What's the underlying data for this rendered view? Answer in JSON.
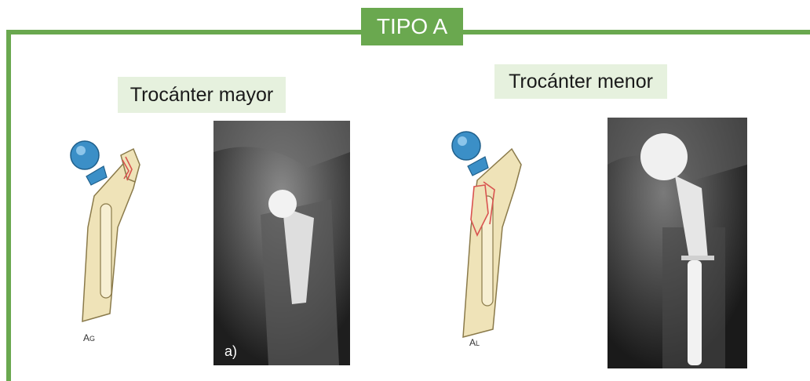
{
  "title_badge": "TIPO A",
  "left_panel": {
    "label": "Trocánter mayor",
    "illustration_sub_main": "A",
    "illustration_sub_index": "G",
    "xray_tag": "a)"
  },
  "right_panel": {
    "label": "Trocánter menor",
    "illustration_sub_main": "A",
    "illustration_sub_index": "L"
  },
  "colors": {
    "frame_green": "#6aa84f",
    "label_bg": "#e6f1de",
    "bone": "#efe3b8",
    "implant_head": "#3b8fc7",
    "fracture_line": "#d9534f"
  }
}
